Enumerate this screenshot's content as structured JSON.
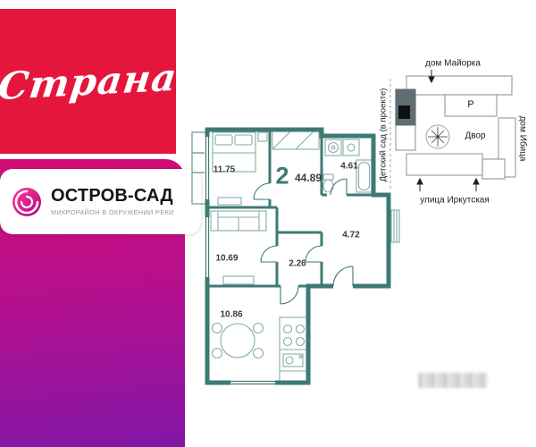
{
  "branding": {
    "developer_logo_text": "Страна",
    "project": {
      "title": "ОСТРОВ-САД",
      "subtitle": "МИКРОРАЙОН В ОКРУЖЕНИИ РЕКИ"
    },
    "colors": {
      "developer_red": "#e4163c",
      "gradient_top": "#d40d75",
      "gradient_bottom": "#8217a6",
      "logo_pink": "#d6007f",
      "plan_wall_teal": "#3e7a74"
    }
  },
  "floor_plan": {
    "rooms_count": "2",
    "total_area": "44.89",
    "rooms": [
      {
        "name": "bedroom",
        "area": "11.75"
      },
      {
        "name": "bathroom",
        "area": "4.61"
      },
      {
        "name": "living-room",
        "area": "10.69"
      },
      {
        "name": "hall",
        "area": "2.26"
      },
      {
        "name": "corridor",
        "area": "4.72"
      },
      {
        "name": "kitchen",
        "area": "10.86"
      }
    ]
  },
  "site_plan": {
    "labels": {
      "north_building": "дом Майорка",
      "east_building": "дом Ибица",
      "courtyard": "Двор",
      "parking": "P",
      "kindergarten": "Детский сад (в проекте)",
      "street": "улица Иркутская"
    }
  }
}
